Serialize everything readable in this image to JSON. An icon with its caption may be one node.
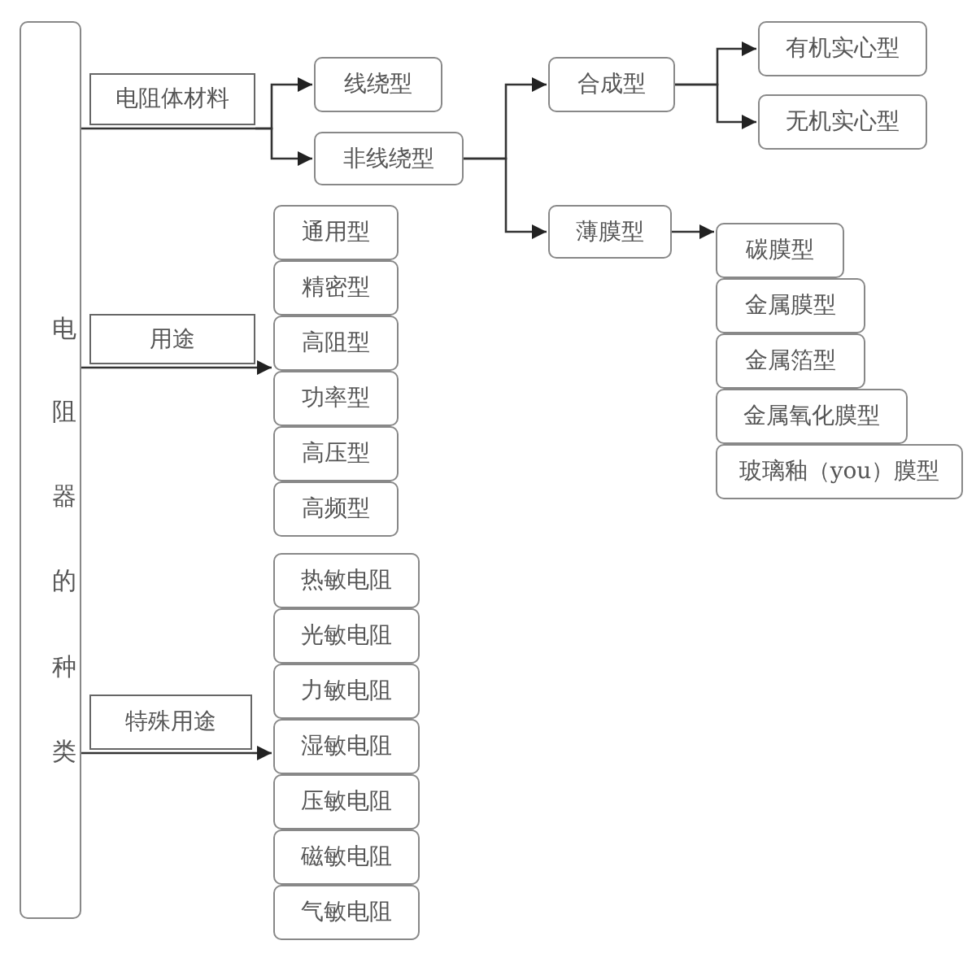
{
  "diagram": {
    "nodes": [
      {
        "text": [
          "电阻器的种类"
        ]
      },
      {
        "text": [
          "电阻体材料"
        ]
      },
      {
        "text": [
          "线绕型"
        ]
      },
      {
        "text": [
          "非线绕型"
        ]
      },
      {
        "text": [
          "合成型"
        ]
      },
      {
        "text": [
          "有机实心型"
        ]
      },
      {
        "text": [
          "无机实心型"
        ]
      },
      {
        "text": [
          "薄膜型"
        ]
      },
      {
        "text": [
          "碳膜型"
        ]
      },
      {
        "text": [
          "金属膜型"
        ]
      },
      {
        "text": [
          "金属箔型"
        ]
      },
      {
        "text": [
          "金属氧化膜型"
        ]
      },
      {
        "text": [
          "玻璃釉（you）膜型"
        ]
      },
      {
        "text": [
          "用途"
        ]
      },
      {
        "text": [
          "通用型"
        ]
      },
      {
        "text": [
          "精密型"
        ]
      },
      {
        "text": [
          "高阻型"
        ]
      },
      {
        "text": [
          "功率型"
        ]
      },
      {
        "text": [
          "高压型"
        ]
      },
      {
        "text": [
          "高频型"
        ]
      },
      {
        "text": [
          "特殊用途"
        ]
      },
      {
        "text": [
          "热敏电阻"
        ]
      },
      {
        "text": [
          "光敏电阻"
        ]
      },
      {
        "text": [
          "力敏电阻"
        ]
      },
      {
        "text": [
          "湿敏电阻"
        ]
      },
      {
        "text": [
          "压敏电阻"
        ]
      },
      {
        "text": [
          "磁敏电阻"
        ]
      },
      {
        "text": [
          "气敏电阻"
        ]
      }
    ],
    "edges": [
      {
        "from": 0,
        "to": 1,
        "arrow": "none"
      },
      {
        "from": 1,
        "to": 2,
        "arrow": "to"
      },
      {
        "from": 1,
        "to": 3,
        "arrow": "to"
      },
      {
        "from": 3,
        "to": 4,
        "arrow": "to"
      },
      {
        "from": 3,
        "to": 7,
        "arrow": "to"
      },
      {
        "from": 4,
        "to": 5,
        "arrow": "to"
      },
      {
        "from": 4,
        "to": 6,
        "arrow": "to"
      },
      {
        "from": 7,
        "to": 8,
        "arrow": "to"
      },
      {
        "from": 0,
        "to": 13,
        "arrow": "none"
      },
      {
        "from": 13,
        "to": 16,
        "arrow": "to"
      },
      {
        "from": 0,
        "to": 20,
        "arrow": "none"
      },
      {
        "from": 20,
        "to": 24,
        "arrow": "to"
      }
    ]
  }
}
